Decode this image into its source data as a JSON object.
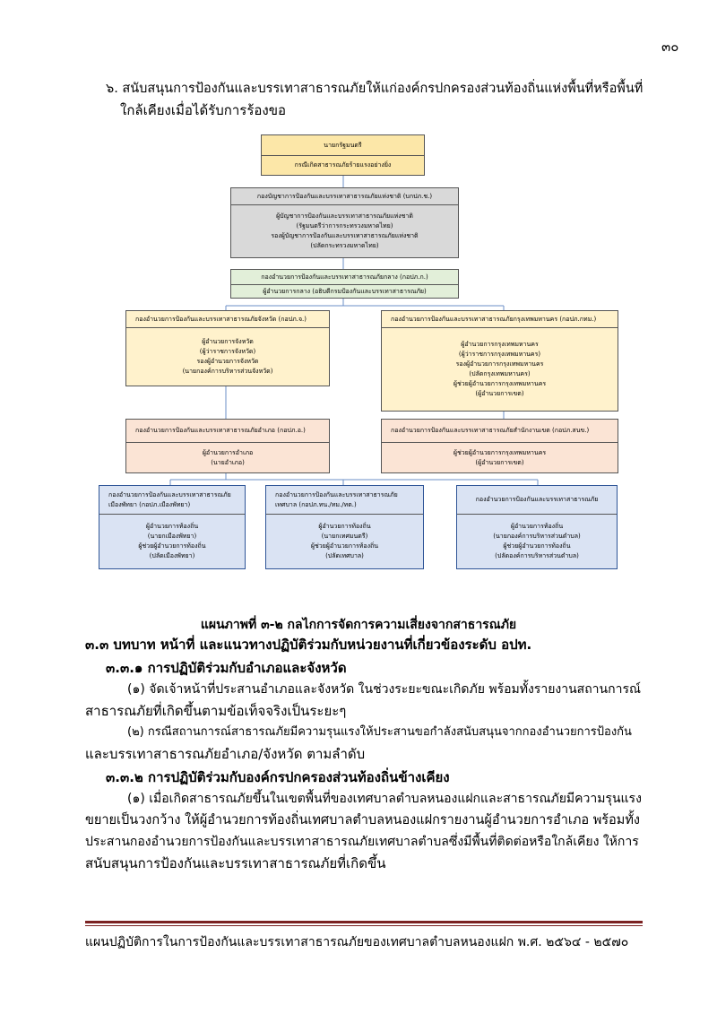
{
  "page_number": "๓๐",
  "intro": {
    "line1": "๖. สนับสนุนการป้องกันและบรรเทาสาธารณภัยให้แก่องค์กรปกครองส่วนท้องถิ่นแห่งพื้นที่หรือพื้นที่",
    "line2": "ใกล้เคียงเมื่อได้รับการร้องขอ"
  },
  "chart": {
    "pm": {
      "head": "นายกรัฐมนตรี",
      "body": "กรณีเกิดสาธารณภัยร้ายแรงอย่างยิ่ง"
    },
    "national": {
      "head": "กองบัญชาการป้องกันและบรรเทาสาธารณภัยแห่งชาติ (บกปภ.ช.)",
      "lines": [
        "ผู้บัญชาการป้องกันและบรรเทาสาธารณภัยแห่งชาติ",
        "(รัฐมนตรีว่าการกระทรวงมหาดไทย)",
        "รองผู้บัญชาการป้องกันและบรรเทาสาธารณภัยแห่งชาติ",
        "(ปลัดกระทรวงมหาดไทย)"
      ]
    },
    "central": {
      "head": "กองอำนวยการป้องกันและบรรเทาสาธารณภัยกลาง (กอปภ.ก.)",
      "body": "ผู้อำนวยการกลาง (อธิบดีกรมป้องกันและบรรเทาสาธารณภัย)"
    },
    "province": {
      "head": "กองอำนวยการป้องกันและบรรเทาสาธารณภัยจังหวัด (กอปภ.จ.)",
      "lines": [
        "ผู้อำนวยการจังหวัด",
        "(ผู้ว่าราชการจังหวัด)",
        "รองผู้อำนวยการจังหวัด",
        "(นายกองค์การบริหารส่วนจังหวัด)"
      ]
    },
    "bangkok": {
      "head": "กองอำนวยการป้องกันและบรรเทาสาธารณภัยกรุงเทพมหานคร (กอปภ.กทม.)",
      "lines": [
        "ผู้อำนวยการกรุงเทพมหานคร",
        "(ผู้ว่าราชการกรุงเทพมหานคร)",
        "รองผู้อำนวยการกรุงเทพมหานคร",
        "(ปลัดกรุงเทพมหานคร)",
        "ผู้ช่วยผู้อำนวยการกรุงเทพมหานคร",
        "(ผู้อำนวยการเขต)"
      ]
    },
    "district": {
      "head": "กองอำนวยการป้องกันและบรรเทาสาธารณภัยอำเภอ (กอปภ.อ.)",
      "lines": [
        "ผู้อำนวยการอำเภอ",
        "(นายอำเภอ)"
      ]
    },
    "bkk_district": {
      "head": "กองอำนวยการป้องกันและบรรเทาสาธารณภัยสำนักงานเขต (กอปภ.สนข.)",
      "lines": [
        "ผู้ช่วยผู้อำนวยการกรุงเทพมหานคร",
        "(ผู้อำนวยการเขต)"
      ]
    },
    "pattaya": {
      "head1": "กองอำนวยการป้องกันและบรรเทาสาธารณภัย",
      "head2": "เมืองพัทยา (กอปภ.เมืองพัทยา)",
      "lines": [
        "ผู้อำนวยการท้องถิ่น",
        "(นายกเมืองพัทยา)",
        "ผู้ช่วยผู้อำนวยการท้องถิ่น",
        "(ปลัดเมืองพัทยา)"
      ]
    },
    "municipality": {
      "head1": "กองอำนวยการป้องกันและบรรเทาสาธารณภัย",
      "head2": "เทศบาล (กอปภ.ทน./ทม./ทต.)",
      "lines": [
        "ผู้อำนวยการท้องถิ่น",
        "(นายกเทศมนตรี)",
        "ผู้ช่วยผู้อำนวยการท้องถิ่น",
        "(ปลัดเทศบาล)"
      ]
    },
    "sao": {
      "head": "กองอำนวยการป้องกันและบรรเทาสาธารณภัย",
      "lines": [
        "ผู้อำนวยการท้องถิ่น",
        "(นายกองค์การบริหารส่วนตำบล)",
        "ผู้ช่วยผู้อำนวยการท้องถิ่น",
        "(ปลัดองค์การบริหารส่วนตำบล)"
      ]
    }
  },
  "caption": "แผนภาพที่ ๓-๒   กลไกการจัดการความเสี่ยงจากสาธารณภัย",
  "section": {
    "heading": "๓.๓ บทบาท หน้าที่ และแนวทางปฏิบัติร่วมกับหน่วยงานที่เกี่ยวข้องระดับ อปท.",
    "sub1": "๓.๓.๑ การปฏิบัติร่วมกับอำเภอและจังหวัด",
    "p1_l1": "(๑) จัดเจ้าหน้าที่ประสานอำเภอและจังหวัด ในช่วงระยะขณะเกิดภัย พร้อมทั้งรายงานสถานการณ์",
    "p1_l2": "สาธารณภัยที่เกิดขึ้นตามข้อเท็จจริงเป็นระยะๆ",
    "p2_l1": "(๒) กรณีสถานการณ์สาธารณภัยมีความรุนแรงให้ประสานขอกำลังสนับสนุนจากกองอำนวยการป้องกัน",
    "p2_l2": "และบรรเทาสาธารณภัยอำเภอ/จังหวัด ตามลำดับ",
    "sub2": "๓.๓.๒ การปฏิบัติร่วมกับองค์กรปกครองส่วนท้องถิ่นข้างเคียง",
    "p3_l1": "(๑) เมื่อเกิดสาธารณภัยขึ้นในเขตพื้นที่ของเทศบาลตำบลหนองแฝกและสาธารณภัยมีความรุนแรง",
    "p3_l2": "ขยายเป็นวงกว้าง  ให้ผู้อำนวยการท้องถิ่นเทศบาลตำบลหนองแฝกรายงานผู้อำนวยการอำเภอ  พร้อมทั้ง",
    "p3_l3": "ประสานกองอำนวยการป้องกันและบรรเทาสาธารณภัยเทศบาลตำบลซึ่งมีพื้นที่ติดต่อหรือใกล้เคียง  ให้การ",
    "p3_l4": "สนับสนุนการป้องกันและบรรเทาสาธารณภัยที่เกิดขึ้น"
  },
  "footer": "แผนปฏิบัติการในการป้องกันและบรรเทาสาธารณภัยของเทศบาลตำบลหนองแฝก พ.ศ. ๒๕๖๔ - ๒๕๗๐",
  "colors": {
    "pm": "#fce7a8",
    "national": "#d9d9d9",
    "central": "#e2efd9",
    "yellow": "#fff2cc",
    "peach": "#fbe4d5",
    "blue": "#dae3f3",
    "rule": "#7b2222"
  }
}
